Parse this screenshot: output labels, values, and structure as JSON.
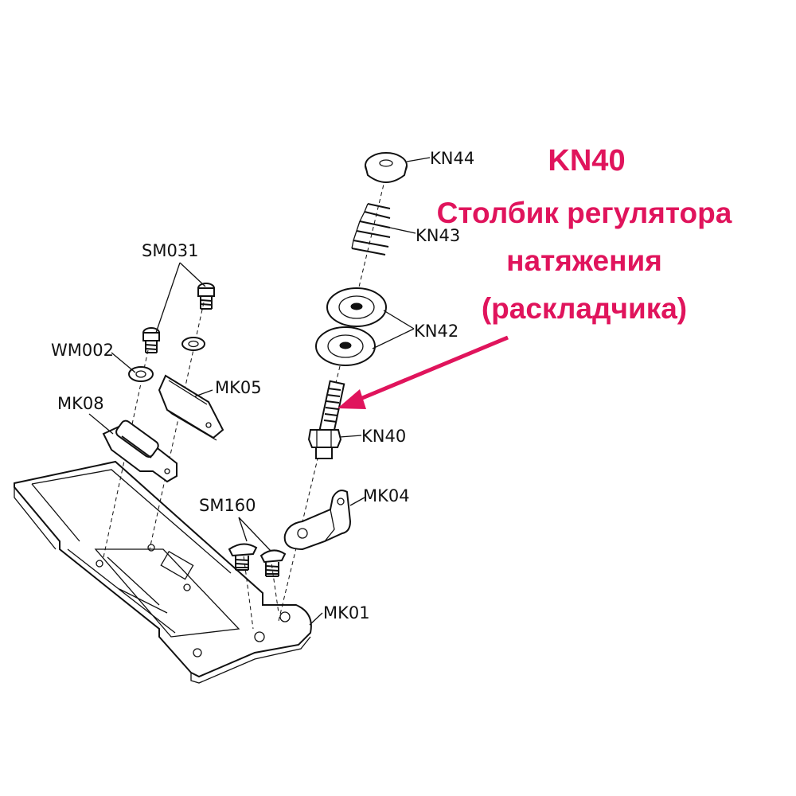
{
  "highlight": {
    "code": "KN40",
    "line1": "Столбик регулятора",
    "line2": "натяжения",
    "line3": "(раскладчика)",
    "color": "#e0145c"
  },
  "labels": {
    "kn44": "KN44",
    "kn43": "KN43",
    "kn42": "KN42",
    "kn40": "KN40",
    "mk04": "MK04",
    "mk01": "MK01",
    "sm031": "SM031",
    "wm002": "WM002",
    "mk05": "MK05",
    "mk08": "MK08",
    "sm160": "SM160"
  }
}
